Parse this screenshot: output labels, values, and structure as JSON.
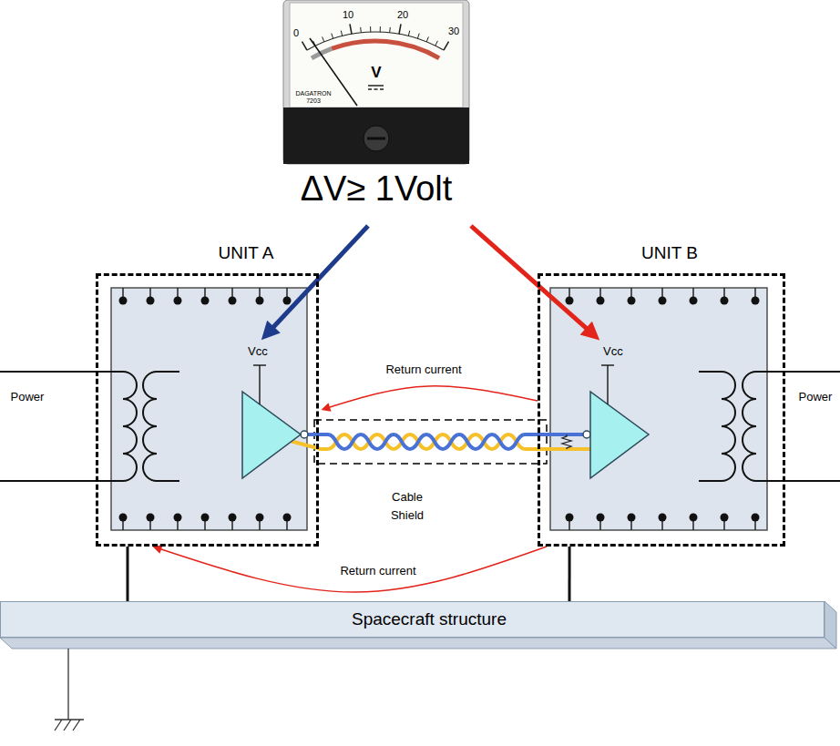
{
  "diagram": {
    "nodes": [
      {
        "text": [
          "ΔV≥ 1Volt"
        ]
      },
      {
        "text": [
          "UNIT A"
        ]
      },
      {
        "text": [
          "Vcc"
        ],
        "in": 1
      },
      {
        "text": [
          "UNIT B"
        ]
      },
      {
        "text": [
          "Vcc"
        ],
        "in": 3
      },
      {
        "text": [
          "Spacecraft structure"
        ]
      }
    ],
    "edges": [
      {
        "from": 0,
        "to": 2,
        "arrow": "to"
      },
      {
        "from": 0,
        "to": 4,
        "arrow": "to"
      },
      {
        "from": 3,
        "to": 1,
        "label": "Return current",
        "arrow": "to"
      },
      {
        "from": 3,
        "to": 1,
        "label": "Return current",
        "arrow": "to"
      },
      {
        "from": 1,
        "to": 5,
        "arrow": "none"
      },
      {
        "from": 3,
        "to": 5,
        "arrow": "none"
      }
    ],
    "labels": [
      "0",
      "10",
      "20",
      "30",
      "V",
      "DAGATRON",
      "7203",
      "Power",
      "Power",
      "Cable",
      "Shield"
    ]
  }
}
